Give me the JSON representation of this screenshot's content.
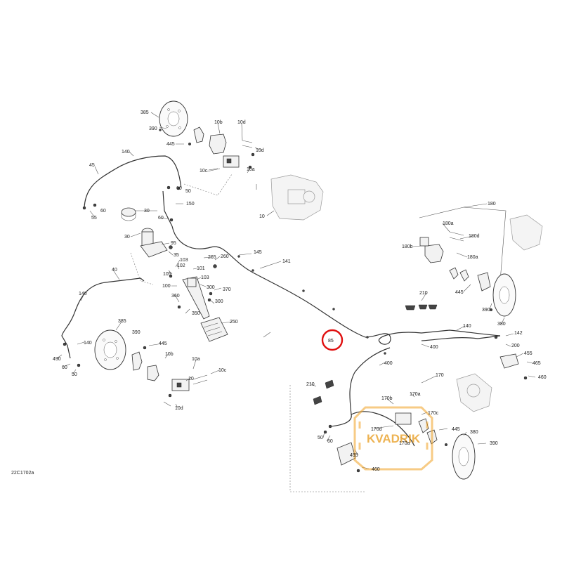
{
  "diagram_code": "22C1702a",
  "highlighted_part": "85",
  "watermark": {
    "text": "KVADRIK"
  },
  "callouts": [
    {
      "id": "c385a",
      "text": "385"
    },
    {
      "id": "c390a",
      "text": "390"
    },
    {
      "id": "c10b_t",
      "text": "10b"
    },
    {
      "id": "c10d_t",
      "text": "10d"
    },
    {
      "id": "c445a",
      "text": "445"
    },
    {
      "id": "c10d_t2",
      "text": "10d"
    },
    {
      "id": "c140a",
      "text": "140"
    },
    {
      "id": "c45",
      "text": "45"
    },
    {
      "id": "c10c_t",
      "text": "10c"
    },
    {
      "id": "c10a_t",
      "text": "10a"
    },
    {
      "id": "c60a",
      "text": "60"
    },
    {
      "id": "c50a",
      "text": "50"
    },
    {
      "id": "c10_t",
      "text": "10"
    },
    {
      "id": "c150",
      "text": "150"
    },
    {
      "id": "c60b",
      "text": "60"
    },
    {
      "id": "c55",
      "text": "55"
    },
    {
      "id": "c30a",
      "text": "30"
    },
    {
      "id": "c60c",
      "text": "60"
    },
    {
      "id": "c30b",
      "text": "30"
    },
    {
      "id": "c95",
      "text": "95"
    },
    {
      "id": "c35",
      "text": "35"
    },
    {
      "id": "c265",
      "text": "265"
    },
    {
      "id": "c260",
      "text": "260"
    },
    {
      "id": "c145",
      "text": "145"
    },
    {
      "id": "c103a",
      "text": "103"
    },
    {
      "id": "c105",
      "text": "105"
    },
    {
      "id": "c102",
      "text": "102"
    },
    {
      "id": "c101",
      "text": "101"
    },
    {
      "id": "c141",
      "text": "141"
    },
    {
      "id": "c40",
      "text": "40"
    },
    {
      "id": "c100",
      "text": "100"
    },
    {
      "id": "c103b",
      "text": "103"
    },
    {
      "id": "c370",
      "text": "370"
    },
    {
      "id": "c360",
      "text": "360"
    },
    {
      "id": "c300a",
      "text": "300"
    },
    {
      "id": "c300b",
      "text": "300"
    },
    {
      "id": "c140b",
      "text": "140"
    },
    {
      "id": "c350",
      "text": "350"
    },
    {
      "id": "c250",
      "text": "250"
    },
    {
      "id": "c385b",
      "text": "385"
    },
    {
      "id": "c390b",
      "text": "390"
    },
    {
      "id": "c140c",
      "text": "140"
    },
    {
      "id": "c445b",
      "text": "445"
    },
    {
      "id": "c10b_b",
      "text": "10b"
    },
    {
      "id": "c490",
      "text": "490"
    },
    {
      "id": "c60d",
      "text": "60"
    },
    {
      "id": "c50b",
      "text": "50"
    },
    {
      "id": "c10a_b",
      "text": "10a"
    },
    {
      "id": "c10c_b",
      "text": "10c"
    },
    {
      "id": "c10_b",
      "text": "10"
    },
    {
      "id": "c10d_b",
      "text": "10d"
    },
    {
      "id": "c180",
      "text": "180"
    },
    {
      "id": "c180a1",
      "text": "180a"
    },
    {
      "id": "c180d",
      "text": "180d"
    },
    {
      "id": "c180b",
      "text": "180b"
    },
    {
      "id": "c180a2",
      "text": "180a"
    },
    {
      "id": "c445c",
      "text": "445"
    },
    {
      "id": "c210a",
      "text": "210"
    },
    {
      "id": "c390c",
      "text": "390"
    },
    {
      "id": "c380a",
      "text": "380"
    },
    {
      "id": "c140d",
      "text": "140"
    },
    {
      "id": "c142",
      "text": "142"
    },
    {
      "id": "c400a",
      "text": "400"
    },
    {
      "id": "c200",
      "text": "200"
    },
    {
      "id": "c455",
      "text": "455"
    },
    {
      "id": "c465",
      "text": "465"
    },
    {
      "id": "c460a",
      "text": "460"
    },
    {
      "id": "c400b",
      "text": "400"
    },
    {
      "id": "c170",
      "text": "170"
    },
    {
      "id": "c210b",
      "text": "210"
    },
    {
      "id": "c170b",
      "text": "170b"
    },
    {
      "id": "c170a1",
      "text": "170a"
    },
    {
      "id": "c170c",
      "text": "170c"
    },
    {
      "id": "c170d",
      "text": "170d"
    },
    {
      "id": "c170a2",
      "text": "170a"
    },
    {
      "id": "c445d",
      "text": "445"
    },
    {
      "id": "c380b",
      "text": "380"
    },
    {
      "id": "c50c",
      "text": "50"
    },
    {
      "id": "c60e",
      "text": "60"
    },
    {
      "id": "c455b",
      "text": "455"
    },
    {
      "id": "c390d",
      "text": "390"
    },
    {
      "id": "c460b",
      "text": "460"
    }
  ]
}
